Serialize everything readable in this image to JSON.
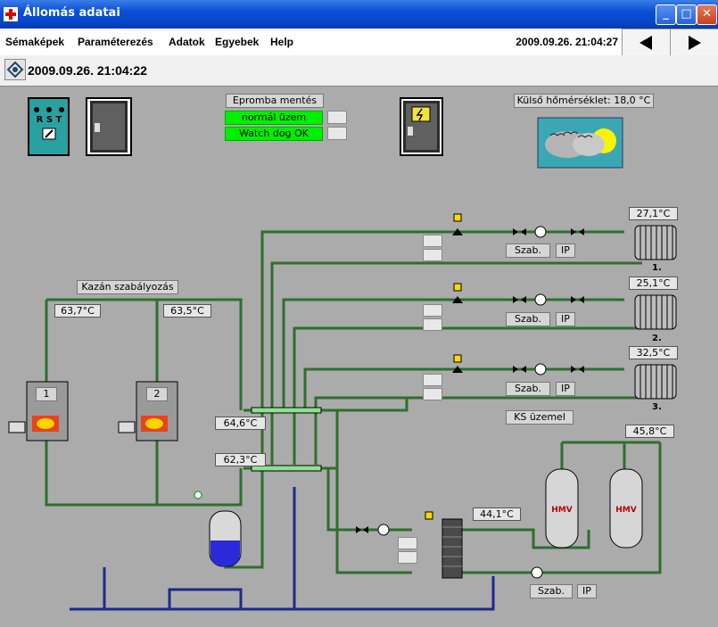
{
  "window": {
    "title": "Állomás adatai"
  },
  "menu": {
    "items": [
      "Sémaképek",
      "Paraméterezés",
      "Adatok",
      "Egyebek",
      "Help"
    ],
    "clock": "2009.09.26. 21:04:27"
  },
  "toolbar": {
    "date": "2009.09.26. 21:04:22"
  },
  "panel": {
    "eprom": "Epromba mentés",
    "status1": "normál üzem",
    "status2": "Watch dog OK",
    "outdoor": "Külső hőmérséklet: 18,0 °C",
    "boiler_ctrl": "Kazán szabályozás",
    "ks": "KS üzemel",
    "rst": "R S T"
  },
  "temps": {
    "t1": "27,1°C",
    "t2": "25,1°C",
    "t3": "32,5°C",
    "boiler1": "63,7°C",
    "boiler2": "63,5°C",
    "header_top": "64,6°C",
    "header_bottom": "62,3°C",
    "hx": "44,1°C",
    "hmv_out": "45,8°C"
  },
  "circuits": [
    {
      "num": "1.",
      "szab": "Szab.",
      "ip": "IP"
    },
    {
      "num": "2.",
      "szab": "Szab.",
      "ip": "IP"
    },
    {
      "num": "3.",
      "szab": "Szab.",
      "ip": "IP"
    }
  ],
  "hmv": {
    "tank1": "HMV",
    "tank2": "HMV",
    "szab": "Szab.",
    "ip": "IP"
  },
  "boilers": {
    "b1": "1",
    "b2": "2"
  },
  "colors": {
    "pipe": "#2f6e2f",
    "blue_pipe": "#1c2a8a",
    "green_status": "#00f000"
  }
}
